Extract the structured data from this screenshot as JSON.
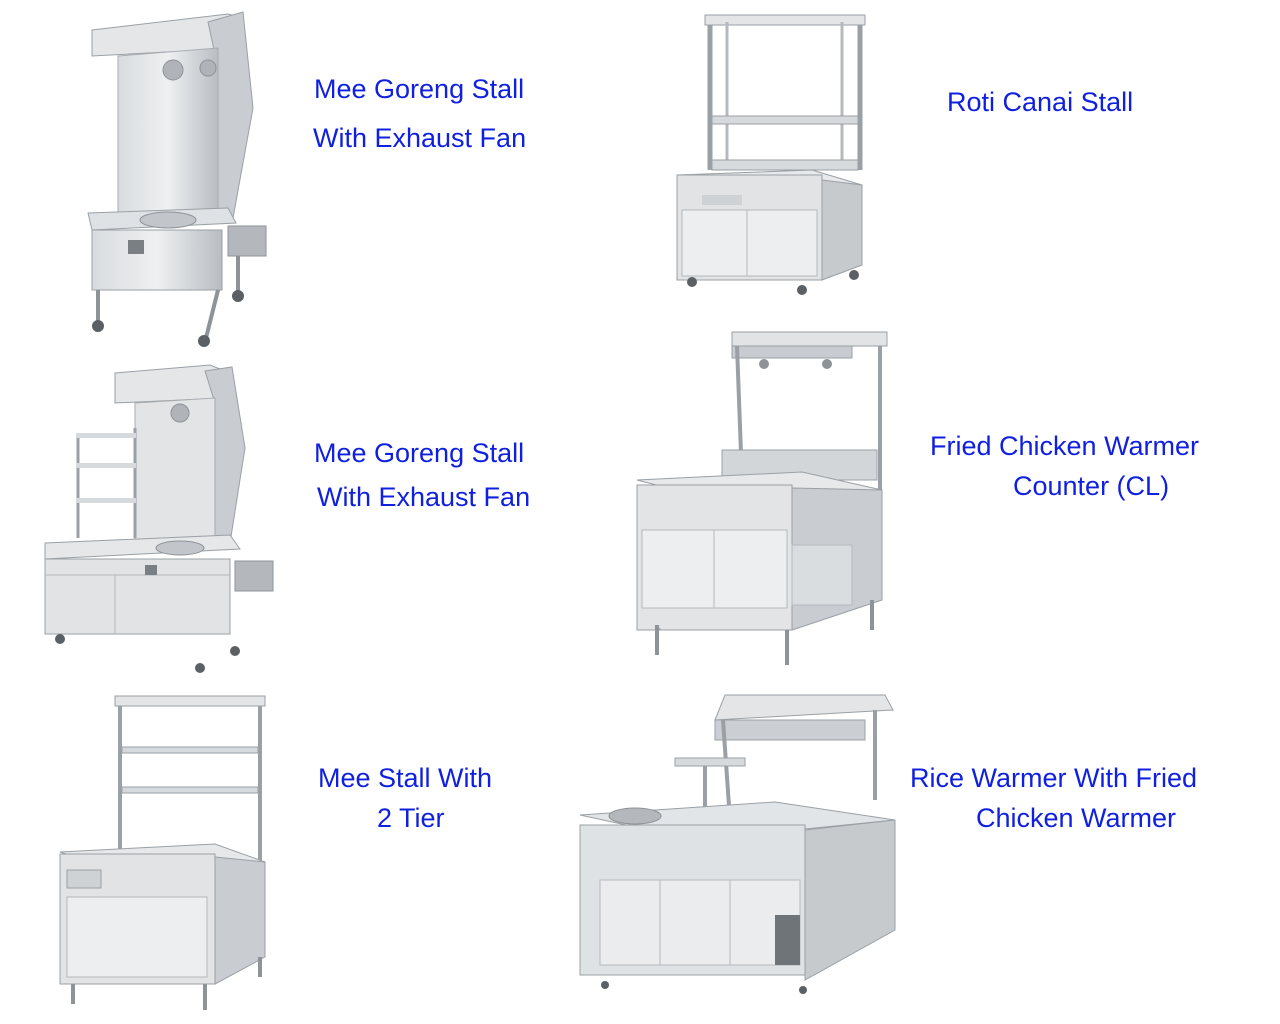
{
  "products": [
    {
      "name": "mee-goreng-stall-1",
      "lines": [
        "Mee Goreng Stall",
        "With Exhaust Fan"
      ]
    },
    {
      "name": "roti-canai-stall",
      "lines": [
        "Roti Canai Stall"
      ]
    },
    {
      "name": "mee-goreng-stall-2",
      "lines": [
        "Mee Goreng Stall",
        "With Exhaust Fan"
      ]
    },
    {
      "name": "fried-chicken-warmer-counter",
      "lines": [
        "Fried Chicken Warmer",
        "Counter (CL)"
      ]
    },
    {
      "name": "mee-stall-2-tier",
      "lines": [
        "Mee Stall With",
        "2 Tier"
      ]
    },
    {
      "name": "rice-warmer-fried-chicken",
      "lines": [
        "Rice Warmer With Fried",
        "Chicken Warmer"
      ]
    }
  ],
  "colors": {
    "caption": "#1020e0",
    "steel_light": "#e6e8ea",
    "steel_mid": "#c4c7cb",
    "steel_dark": "#8e9398"
  }
}
